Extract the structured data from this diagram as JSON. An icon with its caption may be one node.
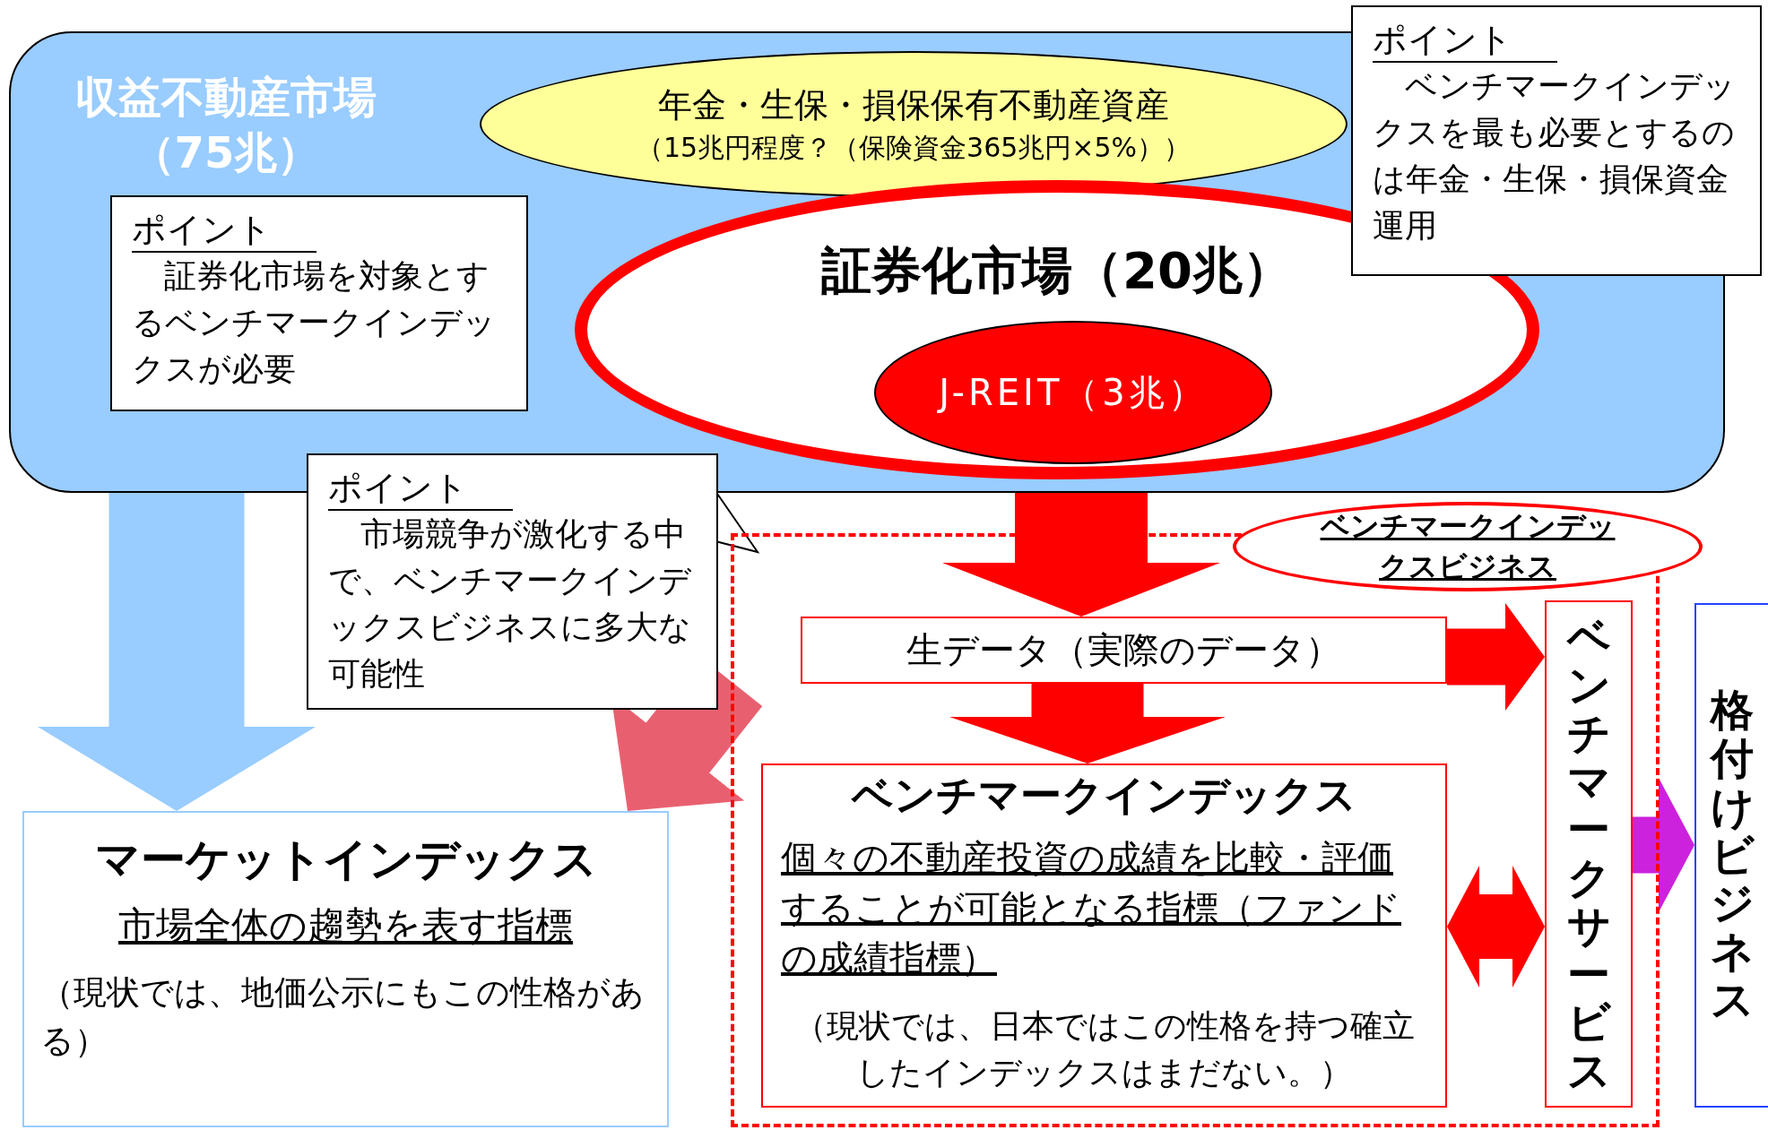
{
  "diagram": {
    "nodes": [
      {
        "text": [
          "収益不動産市場（75兆）"
        ]
      },
      {
        "text": [
          "年金・生保・損保保有不動産資産",
          "（15兆円程度？（保険資金365兆円×5%））"
        ],
        "in": 0
      },
      {
        "text": [
          "ポイント",
          "ベンチマークインデックスを最も必要とするのは年金・生保・損保資金運用"
        ]
      },
      {
        "text": [
          "ポイント",
          "証券化市場を対象とするベンチマークインデックスが必要"
        ],
        "in": 0
      },
      {
        "text": [
          "証券化市場（20兆）"
        ],
        "in": 0
      },
      {
        "text": [
          "J-REIT（3兆）"
        ],
        "in": 4
      },
      {
        "text": [
          "ポイント",
          "市場競争が激化する中で、ベンチマークインデックスビジネスに多大な可能性"
        ]
      },
      {
        "text": [],
        "shape": "box"
      },
      {
        "text": [
          "ベンチマークインデックスビジネス"
        ]
      },
      {
        "text": [
          "生データ（実際のデータ）"
        ],
        "in": 7
      },
      {
        "text": [
          "ベンチマークインデックス",
          "個々の不動産投資の成績を比較・評価することが可能となる指標（ファンドの成績指標）",
          "（現状では、日本ではこの性格を持つ確立したインデックスはまだない。）"
        ],
        "in": 7
      },
      {
        "text": [
          "ベンチマークサービス"
        ],
        "in": 7
      },
      {
        "text": [
          "格付けビジネス"
        ]
      },
      {
        "text": [
          "マーケットインデックス",
          "市場全体の趨勢を表す指標",
          "（現状では、地価公示にもこの性格がある）"
        ]
      }
    ],
    "edges": [
      {
        "from": 0,
        "to": 13,
        "arrow": "to",
        "color": "#99ccff"
      },
      {
        "from": 4,
        "to": 9,
        "arrow": "to"
      },
      {
        "from": 9,
        "to": 10,
        "arrow": "to"
      },
      {
        "from": 9,
        "to": 11,
        "arrow": "to"
      },
      {
        "from": 10,
        "to": 11,
        "arrow": "both"
      },
      {
        "from": 11,
        "to": 12,
        "arrow": "to",
        "color": "#cc22dd"
      },
      {
        "from": 7,
        "to": 13,
        "arrow": "to",
        "color": "#e86070"
      }
    ]
  }
}
